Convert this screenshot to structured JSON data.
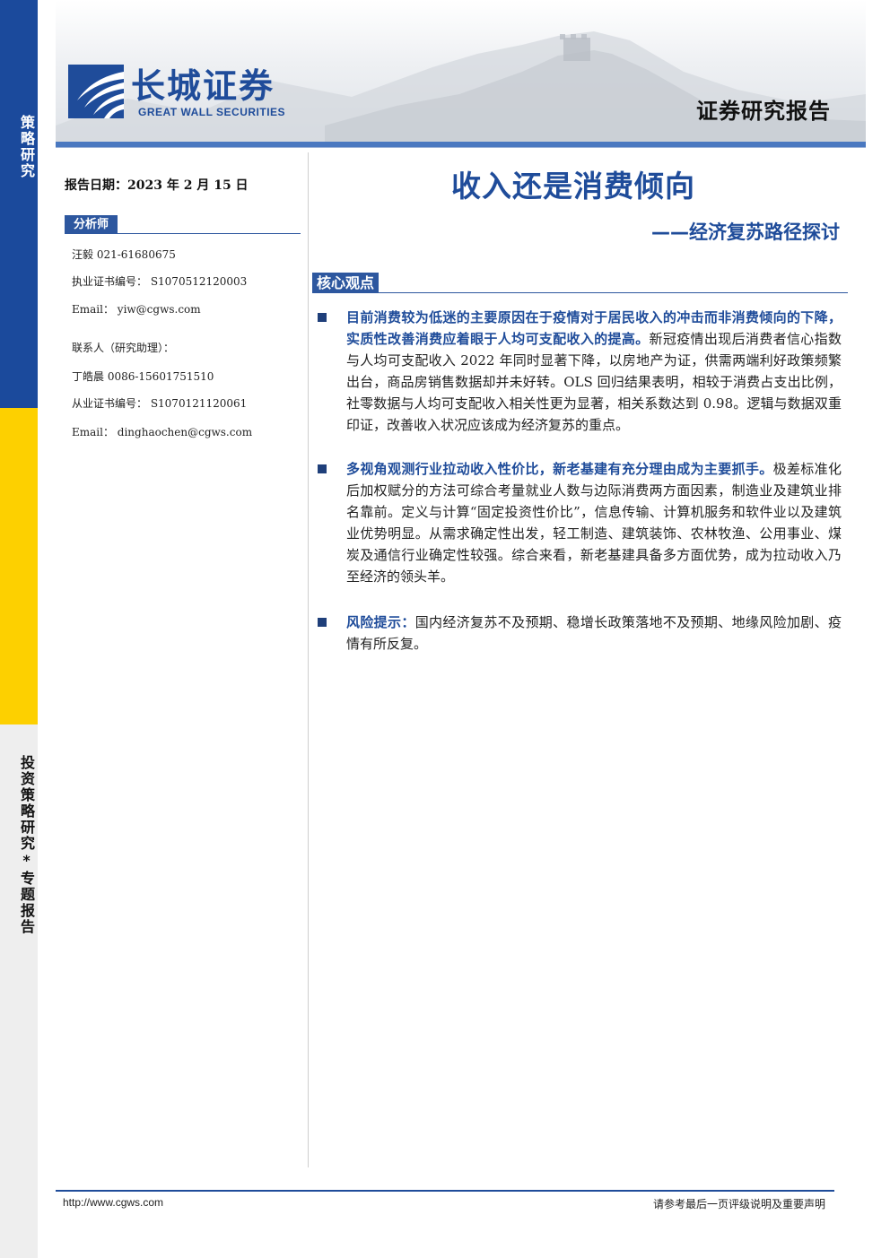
{
  "side": {
    "top_label": "策略研究",
    "bottom_label": "投资策略研究*专题报告"
  },
  "header": {
    "logo_cn": "长城证券",
    "logo_en": "GREAT WALL SECURITIES",
    "report_type": "证券研究报告"
  },
  "left": {
    "report_date": "报告日期：2023 年 2 月 15 日",
    "analyst_label": "分析师",
    "lines": [
      "汪毅 021-61680675",
      "执业证书编号： S1070512120003",
      "Email： yiw@cgws.com",
      "联系人（研究助理）：",
      "丁皓晨 0086-15601751510",
      "从业证书编号： S1070121120061",
      "Email： dinghaochen@cgws.com"
    ]
  },
  "main": {
    "title": "收入还是消费倾向",
    "subtitle": "——经济复苏路径探讨",
    "core_label": "核心观点",
    "points": [
      {
        "highlight": "目前消费较为低迷的主要原因在于疫情对于居民收入的冲击而非消费倾向的下降，实质性改善消费应着眼于人均可支配收入的提高。",
        "text": "新冠疫情出现后消费者信心指数与人均可支配收入 2022 年同时显著下降，以房地产为证，供需两端利好政策频繁出台，商品房销售数据却并未好转。OLS 回归结果表明，相较于消费占支出比例，社零数据与人均可支配收入相关性更为显著，相关系数达到 0.98。逻辑与数据双重印证，改善收入状况应该成为经济复苏的重点。"
      },
      {
        "highlight": "多视角观测行业拉动收入性价比，新老基建有充分理由成为主要抓手。",
        "text": "极差标准化后加权赋分的方法可综合考量就业人数与边际消费两方面因素，制造业及建筑业排名靠前。定义与计算“固定投资性价比”，信息传输、计算机服务和软件业以及建筑业优势明显。从需求确定性出发，轻工制造、建筑装饰、农林牧渔、公用事业、煤炭及通信行业确定性较强。综合来看，新老基建具备多方面优势，成为拉动收入乃至经济的领头羊。"
      },
      {
        "highlight": "风险提示：",
        "text": "国内经济复苏不及预期、稳增长政策落地不及预期、地缘风险加剧、疫情有所反复。"
      }
    ]
  },
  "footer": {
    "url": "http://www.cgws.com",
    "disclaimer": "请参考最后一页评级说明及重要声明"
  },
  "colors": {
    "brand_blue": "#1f4c9a",
    "side_blue": "#1b4a9c",
    "side_yellow": "#fdd000"
  }
}
